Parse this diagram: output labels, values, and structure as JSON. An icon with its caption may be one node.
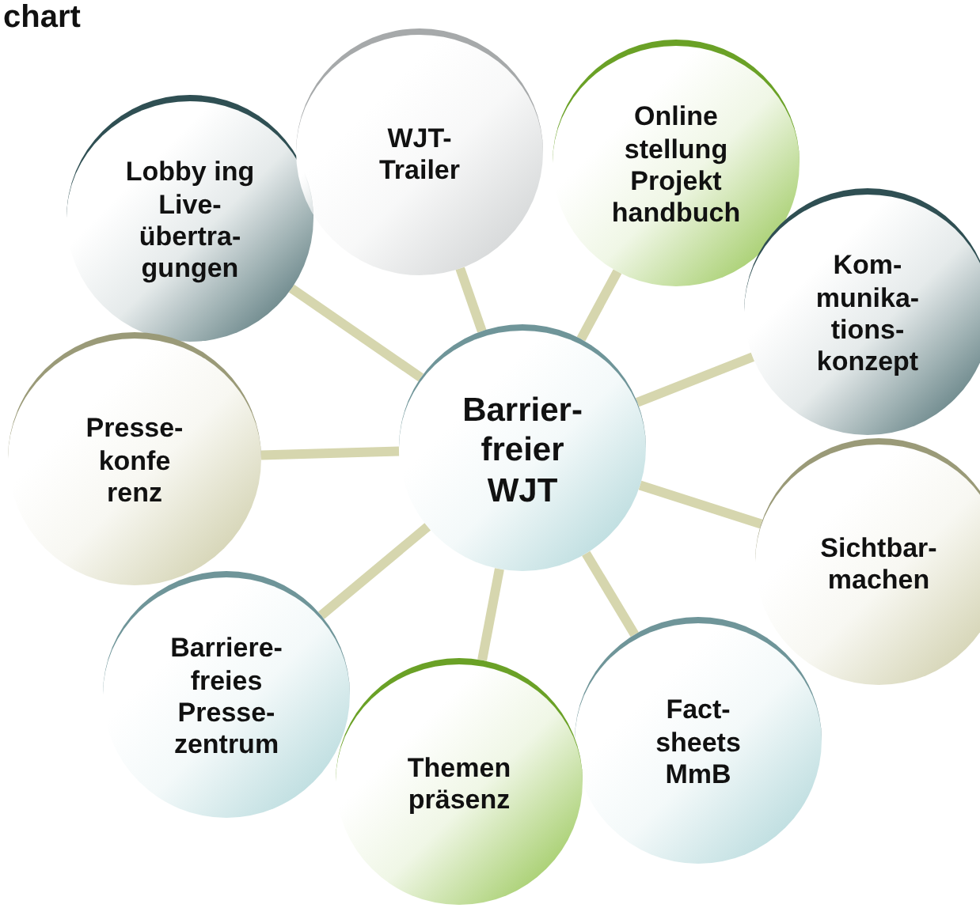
{
  "diagram": {
    "title": "chart",
    "nodes": [
      {
        "text": [
          "Barrier- freier WJT"
        ]
      },
      {
        "text": [
          "Lobby ing Live- übertra- gungen"
        ]
      },
      {
        "text": [
          "WJT- Trailer"
        ]
      },
      {
        "text": [
          "Online stellung Projekt handbuch"
        ]
      },
      {
        "text": [
          "Kom- munika- tions- konzept"
        ]
      },
      {
        "text": [
          "Sichtbar- machen"
        ]
      },
      {
        "text": [
          "Fact- sheets MmB"
        ]
      },
      {
        "text": [
          "Themen präsenz"
        ]
      },
      {
        "text": [
          "Barriere- freies Presse- zentrum"
        ]
      },
      {
        "text": [
          "Presse- konfe renz"
        ]
      }
    ],
    "edges": [
      {
        "from": 0,
        "to": 1,
        "arrow": "none"
      },
      {
        "from": 0,
        "to": 2,
        "arrow": "none"
      },
      {
        "from": 0,
        "to": 3,
        "arrow": "none"
      },
      {
        "from": 0,
        "to": 4,
        "arrow": "none"
      },
      {
        "from": 0,
        "to": 5,
        "arrow": "none"
      },
      {
        "from": 0,
        "to": 6,
        "arrow": "none"
      },
      {
        "from": 0,
        "to": 7,
        "arrow": "none"
      },
      {
        "from": 0,
        "to": 8,
        "arrow": "none"
      },
      {
        "from": 0,
        "to": 9,
        "arrow": "none"
      }
    ]
  }
}
